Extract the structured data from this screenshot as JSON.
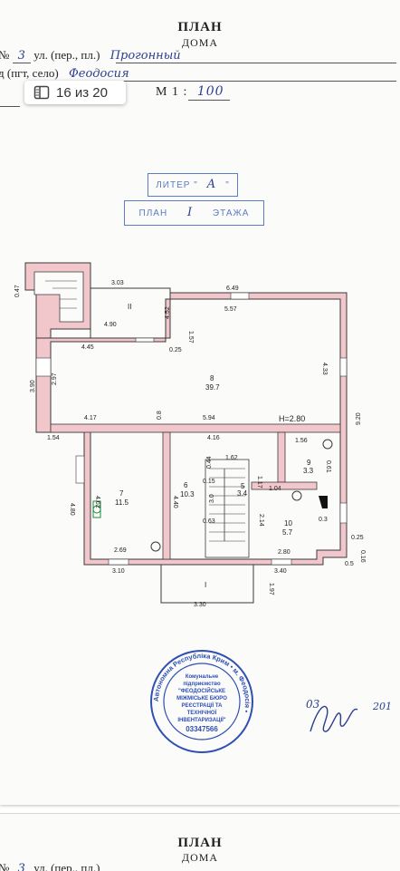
{
  "header": {
    "title": "ПЛАН",
    "subtitle": "ДОМА",
    "number_label": "№",
    "number_value": "3",
    "street_label": "ул. (пер., пл.)",
    "street_value": "Прогонный",
    "city_label": "д (пгт, село)",
    "city_value": "Феодосия",
    "scale_label": "М 1 :",
    "scale_value": "100"
  },
  "page_counter": {
    "text": "16 из 20",
    "icon": "page-icon"
  },
  "stamps": {
    "liter_label": "ЛИТЕР \"",
    "liter_value": "А",
    "liter_end": "\"",
    "floor_label": "ПЛАН",
    "floor_value": "I",
    "floor_end": "ЭТАЖА"
  },
  "plan": {
    "dims": [
      "0.47",
      "3.03",
      "6.49",
      "4.52",
      "1.57",
      "5.57",
      "4.90",
      "4.45",
      "0.25",
      "3.90",
      "2.97",
      "4.33",
      "9.20",
      "1.54",
      "4.17",
      "0.8",
      "5.94",
      "4.16",
      "H=2.80",
      "1.56",
      "1.62",
      "0.44",
      "4.62",
      "4.80",
      "4.40",
      "1.17",
      "1.04",
      "0.15",
      "0.61",
      "0.63",
      "3.0",
      "2.14",
      "0.3",
      "2.69",
      "3.10",
      "2.80",
      "3.40",
      "0.25",
      "0.16",
      "0.5",
      "3.30",
      "1.97"
    ],
    "rooms": [
      {
        "num": "II",
        "area": ""
      },
      {
        "num": "8",
        "area": "39.7"
      },
      {
        "num": "7",
        "area": "11.5"
      },
      {
        "num": "6",
        "area": "10.3"
      },
      {
        "num": "5",
        "area": "3.4"
      },
      {
        "num": "9",
        "area": "3.3"
      },
      {
        "num": "10",
        "area": "5.7"
      },
      {
        "num": "I",
        "area": ""
      }
    ]
  },
  "seal": {
    "ring_text": "Автономна Республіка Крим • м. Феодосія •",
    "line1": "Комунальне",
    "line2": "підприємство",
    "line3": "\"ФЕОДОСІЙСЬКЕ",
    "line4": "МІЖМІСЬКЕ БЮРО",
    "line5": "РЕЄСТРАЦІЇ ТА",
    "line6": "ТЕХНІЧНОЇ",
    "line7": "ІНВЕНТАРИЗАЦІЇ\"",
    "code": "03347566"
  },
  "signature": {
    "date": "03",
    "year": "201"
  },
  "next_page": {
    "title": "ПЛАН",
    "subtitle": "ДОМА",
    "number_label": "№",
    "number_value": "3",
    "street_label": "ул. (пер., пл.)"
  },
  "colors": {
    "wall": "#f2c7cc",
    "wall_stroke": "#3a3a3a",
    "stamp": "#5c7cc8",
    "seal": "#2f4fb3",
    "ink": "#2b3f8f"
  }
}
